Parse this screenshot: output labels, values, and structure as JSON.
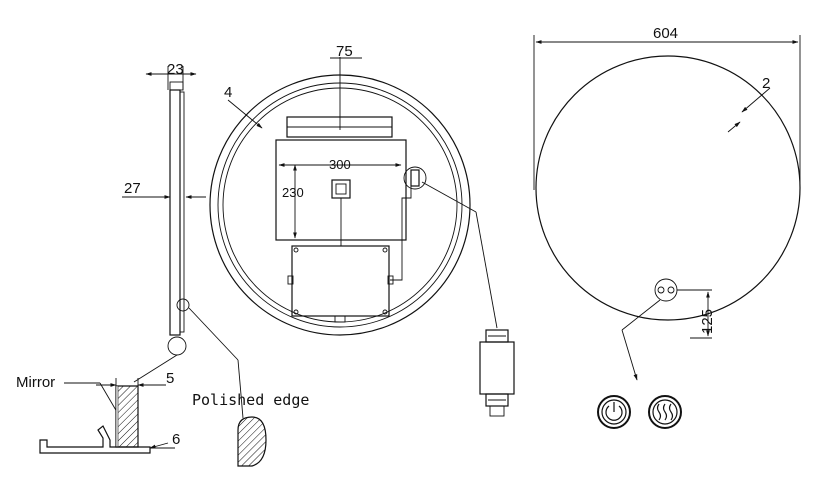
{
  "side_view": {
    "dim_thickness": "23",
    "dim_depth": "27",
    "label_mirror": "Mirror",
    "dim_mirror": "5",
    "dim_bracket": "6",
    "label_polished_edge": "Polished edge"
  },
  "back_view": {
    "dim_width_box": "75",
    "dim_frame": "4",
    "dim_plate_width": "300",
    "dim_plate_height": "230"
  },
  "front_view": {
    "dim_diameter": "604",
    "dim_edge": "2",
    "dim_button_offset": "125"
  },
  "icons": [
    "power-icon",
    "defog-heat-icon"
  ]
}
